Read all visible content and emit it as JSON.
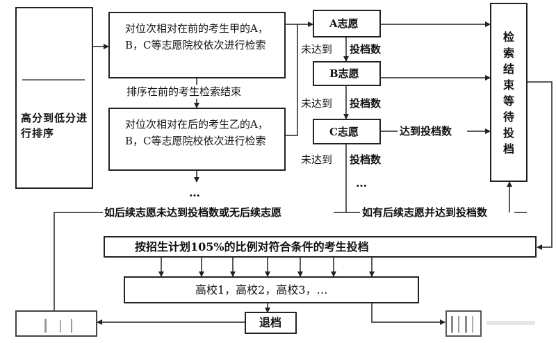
{
  "left_box": {
    "text": "高分到低分进行排序"
  },
  "candidate_a": {
    "text": "对位次相对在前的考生甲的A，B，C等志愿院校依次进行检索"
  },
  "candidate_b": {
    "text": "对位次相对在后的考生乙的A，B，C等志愿院校依次进行检索"
  },
  "sort_done": {
    "text": "排序在前的考生检索结束"
  },
  "wish_a": {
    "text": "A志愿"
  },
  "wish_b": {
    "text": "B志愿"
  },
  "wish_c": {
    "text": "C志愿"
  },
  "not_reach_1": {
    "prefix": "未达到",
    "suffix": "投档数"
  },
  "not_reach_2": {
    "prefix": "未达到",
    "suffix": "投档数"
  },
  "not_reach_3": {
    "prefix": "未达到",
    "suffix": "投档数"
  },
  "reach": {
    "text": "达到投档数"
  },
  "retrieval_end": {
    "text": "检索结束等待投档"
  },
  "no_followup": {
    "text": "如后续志愿未达到投档数或无后续志愿"
  },
  "has_followup": {
    "text": "如有后续志愿并达到投档数"
  },
  "plan_box": {
    "text": "按招生计划105%的比例对符合条件的考生投档"
  },
  "schools_box": {
    "text": "高校1，高校2，高校3，…"
  },
  "withdraw": {
    "text": "退档"
  },
  "ellipsis": "…"
}
